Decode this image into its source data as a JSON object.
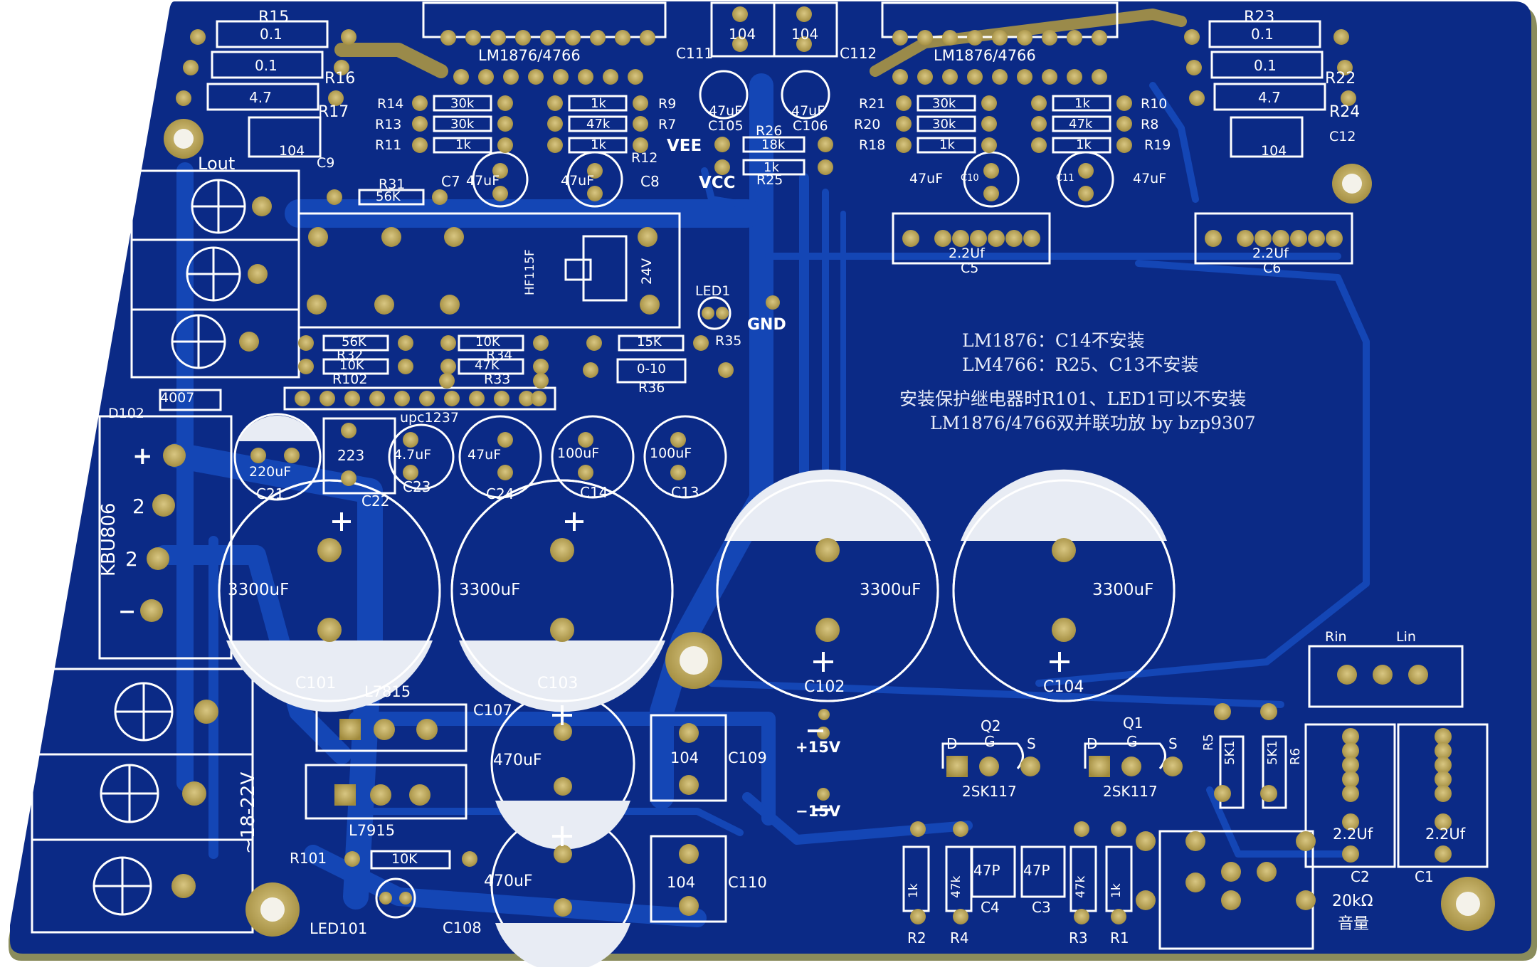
{
  "board": {
    "colors": {
      "substrate": "#0b2a86",
      "copper": "#1347b8",
      "silk": "#ffffff",
      "pad": "#b9a253",
      "edge": "#8c8a5a"
    },
    "notes": [
      "LM1876：C14不安装",
      "LM4766：R25、C13不安装",
      "安装保护继电器时R101、LED1可以不安装",
      "LM1876/4766双并联功放 by bzp9307"
    ]
  },
  "labels": {
    "R15": "R15",
    "r15v": "0.1",
    "r16v": "0.1",
    "R16": "R16",
    "r17v": "4.7",
    "R17": "R17",
    "R23": "R23",
    "r23v": "0.1",
    "r22v": "0.1",
    "R22": "R22",
    "r24v": "4.7",
    "R24": "R24",
    "ic_left": "LM1876/4766",
    "ic_right": "LM1876/4766",
    "C111": "C111",
    "C112": "C112",
    "c111v": "104",
    "c112v": "104",
    "c105v": "47uF",
    "c106v": "47uF",
    "C105": "C105",
    "C106": "C106",
    "R26": "R26",
    "r26v": "18k",
    "r25v": "1k",
    "R25": "R25",
    "VEE": "VEE",
    "VCC": "VCC",
    "R14": "R14",
    "r14v": "30k",
    "R13": "R13",
    "r13v": "30k",
    "R11": "R11",
    "r11v": "1k",
    "r9v": "1k",
    "R9": "R9",
    "r7v": "47k",
    "R7": "R7",
    "r12v": "1k",
    "R12": "R12",
    "R21": "R21",
    "r21v": "30k",
    "R20": "R20",
    "r20v": "30k",
    "R18": "R18",
    "r18v": "1k",
    "r10v": "1k",
    "R10": "R10",
    "r8v": "47k",
    "R8": "R8",
    "r19v": "1k",
    "R19": "R19",
    "c9v": "104",
    "C9": "C9",
    "c12v": "104",
    "C12": "C12",
    "Lout": "Lout",
    "R31": "R31",
    "r31v": "56K",
    "C7": "C7",
    "c7v": "47uF",
    "c8v": "47uF",
    "C8": "C8",
    "c10v": "47uF",
    "C10": "C10",
    "C11": "C11",
    "c11v": "47uF",
    "c5v": "2.2Uf",
    "C5": "C5",
    "c6v": "2.2Uf",
    "C6": "C6",
    "relay": "HF115F",
    "relayv": "24V",
    "LED1": "LED1",
    "GND": "GND",
    "r32v": "56K",
    "R32": "R32",
    "r102v": "10K",
    "R102": "R102",
    "r34v": "10K",
    "R34": "R34",
    "r33v": "47K",
    "R33": "R33",
    "r35v": "15K",
    "R35": "R35",
    "r36v": "0-10",
    "R36": "R36",
    "D102": "D102",
    "d102v": "4007",
    "upc": "upc1237",
    "c21v": "220uF",
    "C21": "C21",
    "c22v": "223",
    "C22": "C22",
    "c23v": "4.7uF",
    "C23": "C23",
    "c24v": "47uF",
    "C24": "C24",
    "c14v": "100uF",
    "C14": "C14",
    "c13v": "100uF",
    "C13": "C13",
    "KBU": "KBU806",
    "bplus": "+",
    "b2a": "2",
    "b2b": "2",
    "bminus": "−",
    "c101v": "3300uF",
    "C101": "C101",
    "c103v": "3300uF",
    "C103": "C103",
    "c102v": "3300uF",
    "C102": "C102",
    "c104v": "3300uF",
    "C104": "C104",
    "L7815": "L7815",
    "L7915": "L7915",
    "C107": "C107",
    "C108": "C108",
    "c107v": "470uF",
    "c108v": "470uF",
    "c109v": "104",
    "C109": "C109",
    "c110v": "104",
    "C110": "C110",
    "p15": "+15V",
    "m15": "−15V",
    "R101": "R101",
    "r101v": "10K",
    "LED101": "LED101",
    "ac": "~18-22V",
    "Q2": "Q2",
    "Q1": "Q1",
    "D": "D",
    "G": "G",
    "S": "S",
    "jfet": "2SK117",
    "R5": "R5",
    "r5v": "5K1",
    "r6v": "5K1",
    "R6": "R6",
    "Rin": "Rin",
    "Lin": "Lin",
    "c2v": "2.2Uf",
    "C2": "C2",
    "c1v": "2.2Uf",
    "C1": "C1",
    "r2v": "1k",
    "r4v": "47k",
    "c4v": "47P",
    "c3v": "47P",
    "r3v": "47k",
    "r1v": "1k",
    "R2": "R2",
    "R4": "R4",
    "C4": "C4",
    "C3": "C3",
    "R3": "R3",
    "R1": "R1",
    "pot": "20kΩ",
    "pot2": "音量"
  }
}
